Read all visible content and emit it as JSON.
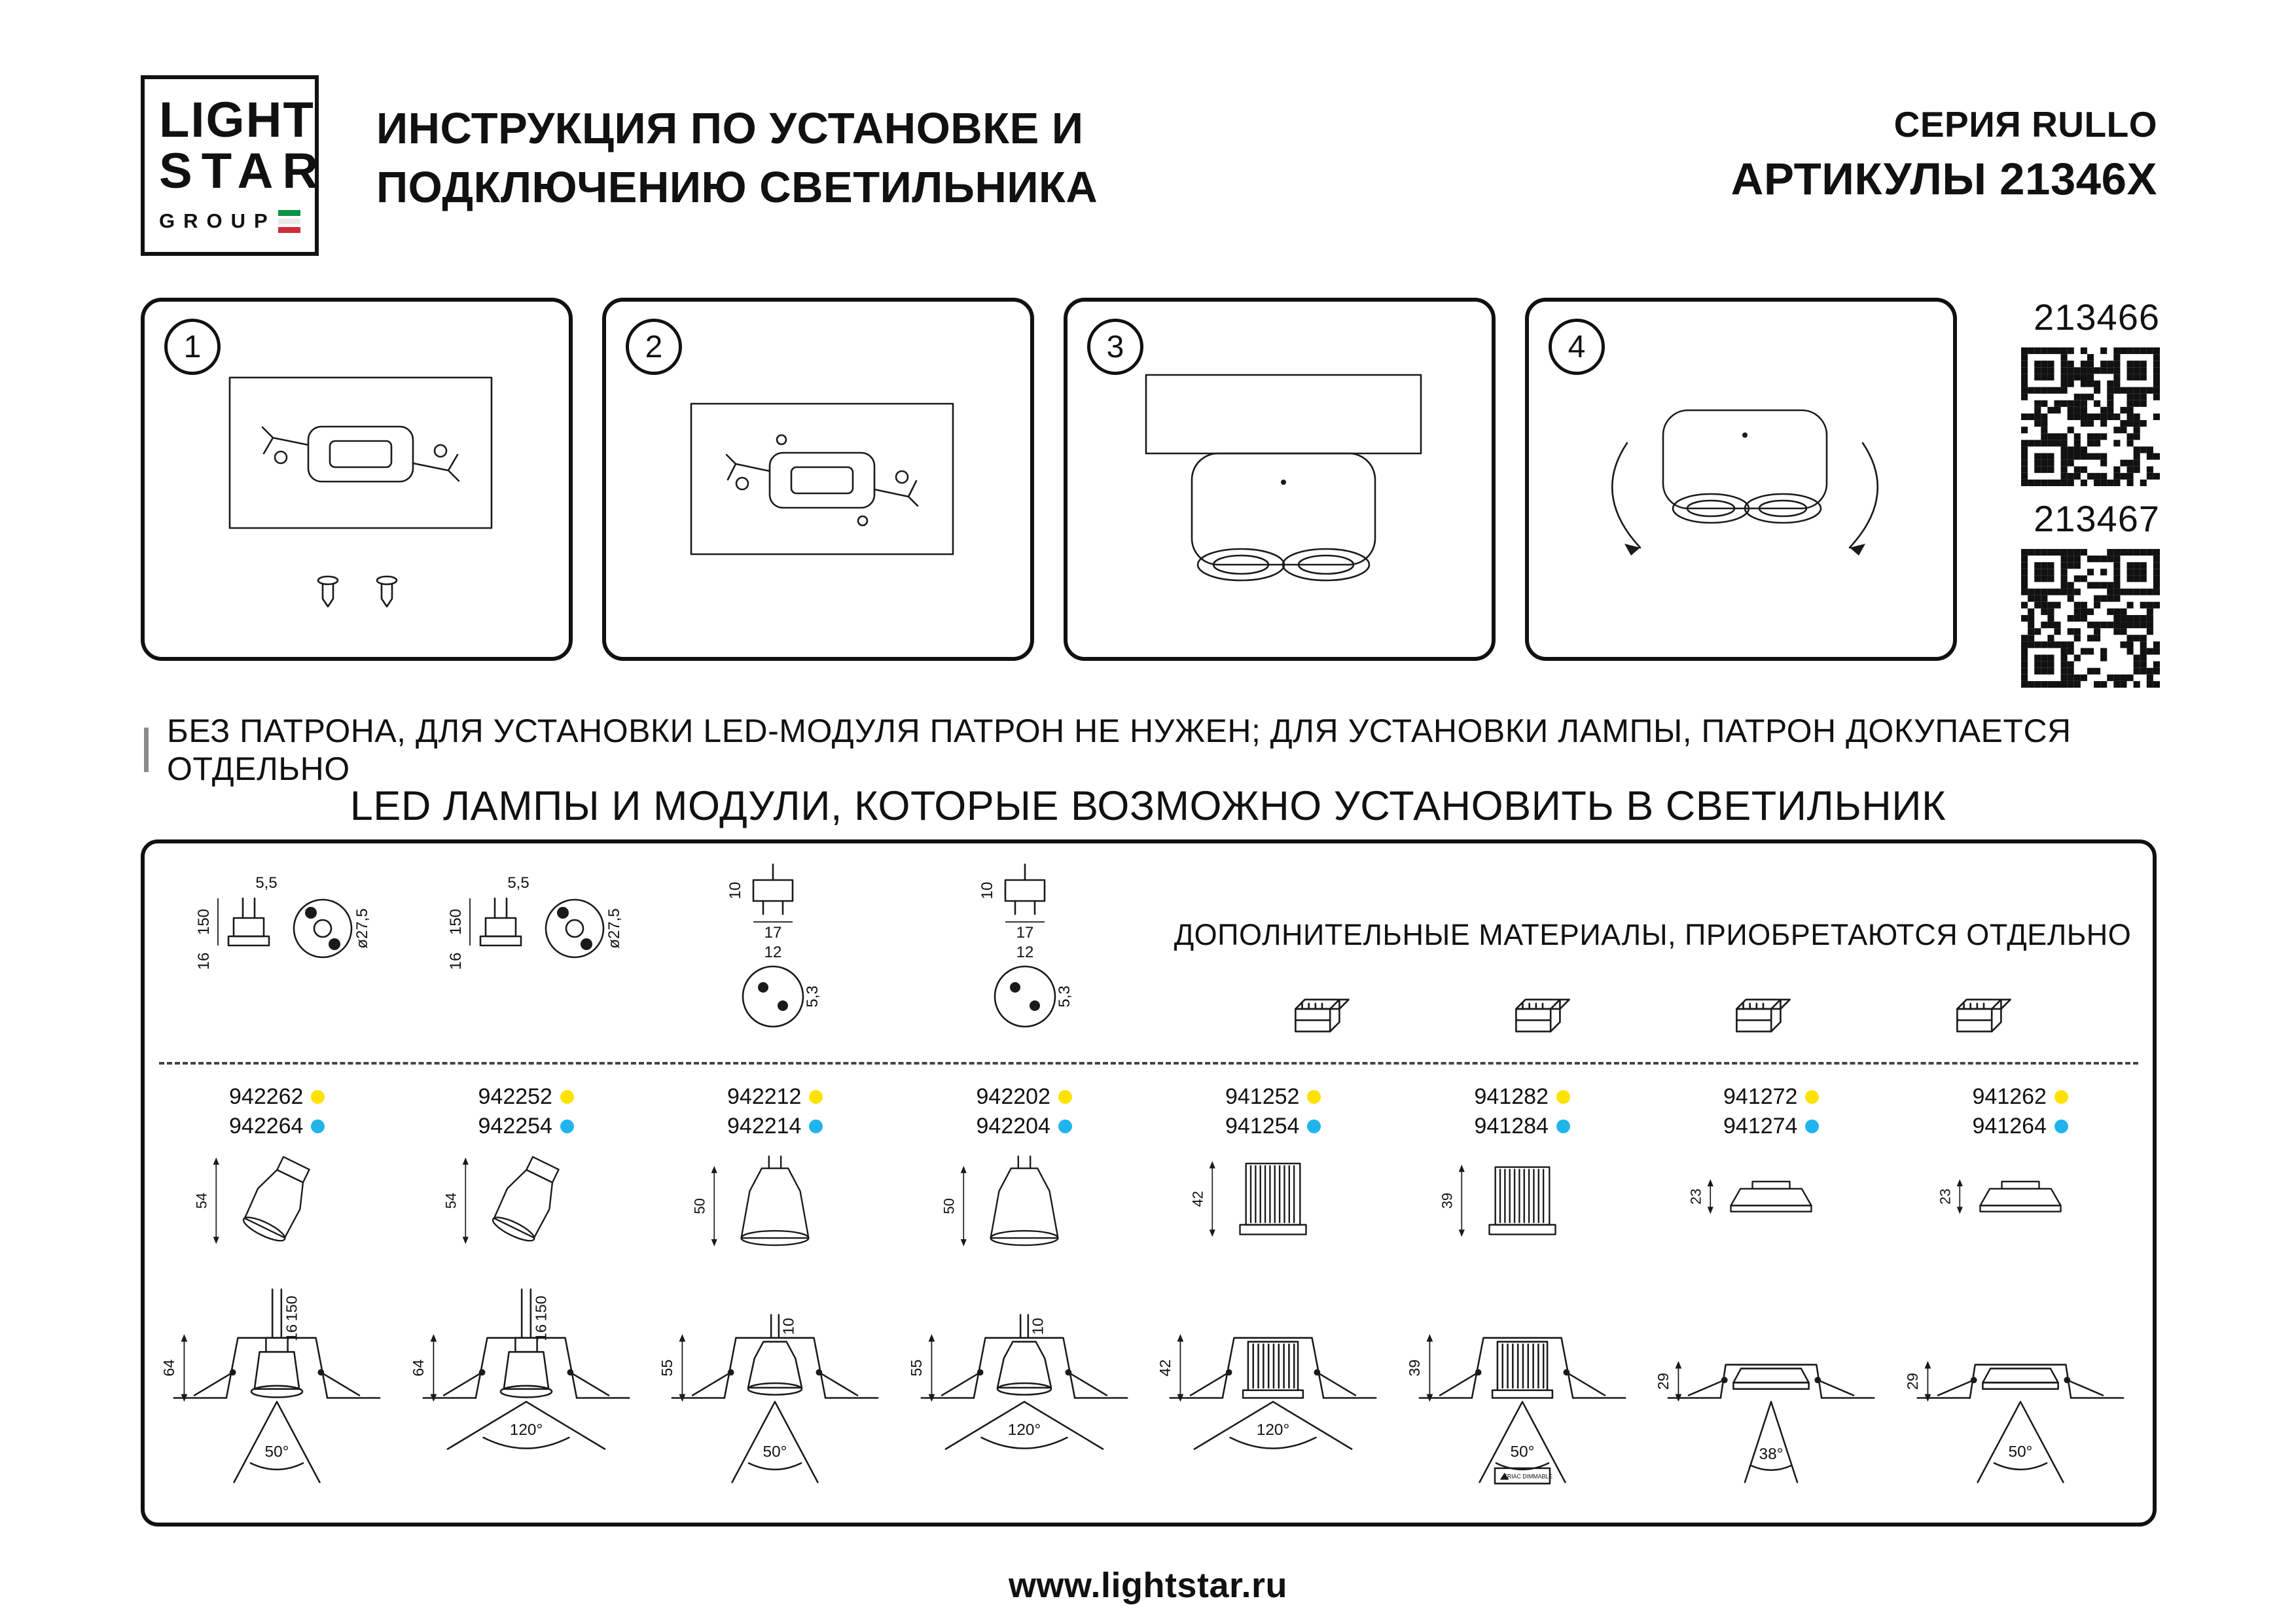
{
  "header": {
    "title_line1": "ИНСТРУКЦИЯ ПО УСТАНОВКЕ И",
    "title_line2": "ПОДКЛЮЧЕНИЮ СВЕТИЛЬНИКА",
    "series": "СЕРИЯ RULLO",
    "articles": "АРТИКУЛЫ 21346X"
  },
  "logo": {
    "line1": "LIGHT",
    "line2": "STAR",
    "line3": "GROUP"
  },
  "steps": [
    {
      "number": "1"
    },
    {
      "number": "2"
    },
    {
      "number": "3"
    },
    {
      "number": "4"
    }
  ],
  "qr_blocks": [
    {
      "article": "213466"
    },
    {
      "article": "213467"
    }
  ],
  "note": "БЕЗ ПАТРОНА, ДЛЯ УСТАНОВКИ LED-МОДУЛЯ ПАТРОН НЕ НУЖЕН; ДЛЯ УСТАНОВКИ ЛАМПЫ, ПАТРОН ДОКУПАЕТСЯ ОТДЕЛЬНО",
  "section_title": "LED ЛАМПЫ И МОДУЛИ, КОТОРЫЕ ВОЗМОЖНО УСТАНОВИТЬ В СВЕТИЛЬНИК",
  "accessories_note": "ДОПОЛНИТЕЛЬНЫЕ МАТЕРИАЛЫ, ПРИОБРЕТАЮТСЯ ОТДЕЛЬНО",
  "bases": {
    "gu10": {
      "pin": "5,5",
      "height": "150",
      "tail": "16",
      "diameter": "ø27,5"
    },
    "mr16": {
      "height": "10",
      "width": "17",
      "pins": "12",
      "pin_d": "5,3"
    }
  },
  "columns": [
    {
      "articles": [
        {
          "code": "942262",
          "dot": "yellow"
        },
        {
          "code": "942264",
          "dot": "blue"
        }
      ],
      "lamp_h": "54",
      "inst_h": "64",
      "stem": "150",
      "tail": "16",
      "beam": "50°"
    },
    {
      "articles": [
        {
          "code": "942252",
          "dot": "yellow"
        },
        {
          "code": "942254",
          "dot": "blue"
        }
      ],
      "lamp_h": "54",
      "inst_h": "64",
      "stem": "150",
      "tail": "16",
      "beam": "120°"
    },
    {
      "articles": [
        {
          "code": "942212",
          "dot": "yellow"
        },
        {
          "code": "942214",
          "dot": "blue"
        }
      ],
      "lamp_h": "50",
      "inst_h": "55",
      "stem": "10",
      "beam": "50°"
    },
    {
      "articles": [
        {
          "code": "942202",
          "dot": "yellow"
        },
        {
          "code": "942204",
          "dot": "blue"
        }
      ],
      "lamp_h": "50",
      "inst_h": "55",
      "stem": "10",
      "beam": "120°"
    },
    {
      "articles": [
        {
          "code": "941252",
          "dot": "yellow"
        },
        {
          "code": "941254",
          "dot": "blue"
        }
      ],
      "lamp_h": "42",
      "inst_h": "42",
      "beam": "120°"
    },
    {
      "articles": [
        {
          "code": "941282",
          "dot": "yellow"
        },
        {
          "code": "941284",
          "dot": "blue"
        }
      ],
      "lamp_h": "39",
      "inst_h": "39",
      "beam": "50°",
      "triac": "TRIAC DIMMABLE"
    },
    {
      "articles": [
        {
          "code": "941272",
          "dot": "yellow"
        },
        {
          "code": "941274",
          "dot": "blue"
        }
      ],
      "lamp_h": "23",
      "inst_h": "29",
      "beam": "38°"
    },
    {
      "articles": [
        {
          "code": "941262",
          "dot": "yellow"
        },
        {
          "code": "941264",
          "dot": "blue"
        }
      ],
      "lamp_h": "23",
      "inst_h": "29",
      "beam": "50°"
    }
  ],
  "colors": {
    "yellow": "#ffe200",
    "blue": "#1fb5ec"
  },
  "footer": "www.lightstar.ru"
}
